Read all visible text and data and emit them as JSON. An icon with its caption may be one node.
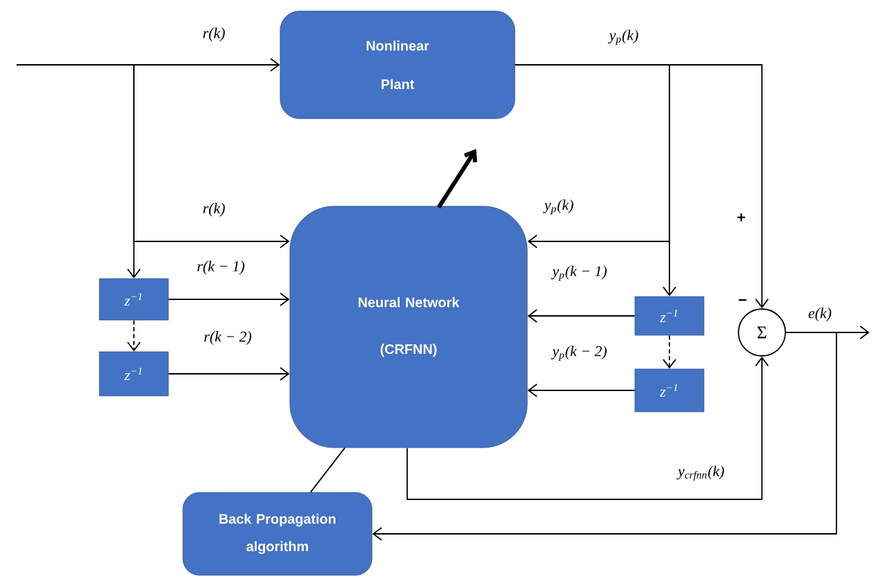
{
  "diagram": {
    "nodes": [
      {
        "text": [
          "Nonlinear Plant"
        ]
      },
      {
        "text": [
          "Neural Network (CRFNN)"
        ]
      },
      {
        "text": [
          "z$^{−1}$"
        ]
      },
      {
        "text": [
          "z$^{−1}$"
        ]
      },
      {
        "text": [
          "z$^{−1}$"
        ]
      },
      {
        "text": [
          "z$^{−1}$"
        ]
      },
      {
        "text": [
          "Σ"
        ]
      },
      {
        "text": [
          "Back Propagation algorithm"
        ]
      }
    ],
    "edges": [
      {
        "from": null,
        "to": 0,
        "arrow": "to",
        "label": "r(k)"
      },
      {
        "from": null,
        "to": 1,
        "arrow": "to",
        "label": "r(k)"
      },
      {
        "from": null,
        "to": 2,
        "arrow": "to"
      },
      {
        "from": 2,
        "to": 1,
        "arrow": "to",
        "label": "r(k − 1)"
      },
      {
        "from": 2,
        "to": 3,
        "arrow": "to",
        "style": "dashed"
      },
      {
        "from": 3,
        "to": 1,
        "arrow": "to",
        "label": "r(k − 2)"
      },
      {
        "from": 0,
        "to": 6,
        "arrow": "to",
        "label": "y$_{p}$(k)"
      },
      {
        "from": 0,
        "to": 1,
        "arrow": "to",
        "label": "y$_{p}$(k)"
      },
      {
        "from": 0,
        "to": 4,
        "arrow": "to"
      },
      {
        "from": 4,
        "to": 1,
        "arrow": "to",
        "label": "y$_{p}$(k − 1)"
      },
      {
        "from": 4,
        "to": 5,
        "arrow": "to",
        "style": "dashed"
      },
      {
        "from": 5,
        "to": 1,
        "arrow": "to",
        "label": "y$_{p}$(k − 2)"
      },
      {
        "from": 1,
        "to": 6,
        "arrow": "to",
        "label": "y$_{crfnn}$(k)"
      },
      {
        "from": 6,
        "to": null,
        "arrow": "to",
        "label": "e(k)"
      },
      {
        "from": 6,
        "to": 7,
        "arrow": "to"
      },
      {
        "from": 7,
        "to": 1,
        "arrow": "none"
      },
      {
        "from": 1,
        "to": null,
        "arrow": "to",
        "style": "thick"
      }
    ],
    "labels": [
      "+",
      "−"
    ]
  }
}
